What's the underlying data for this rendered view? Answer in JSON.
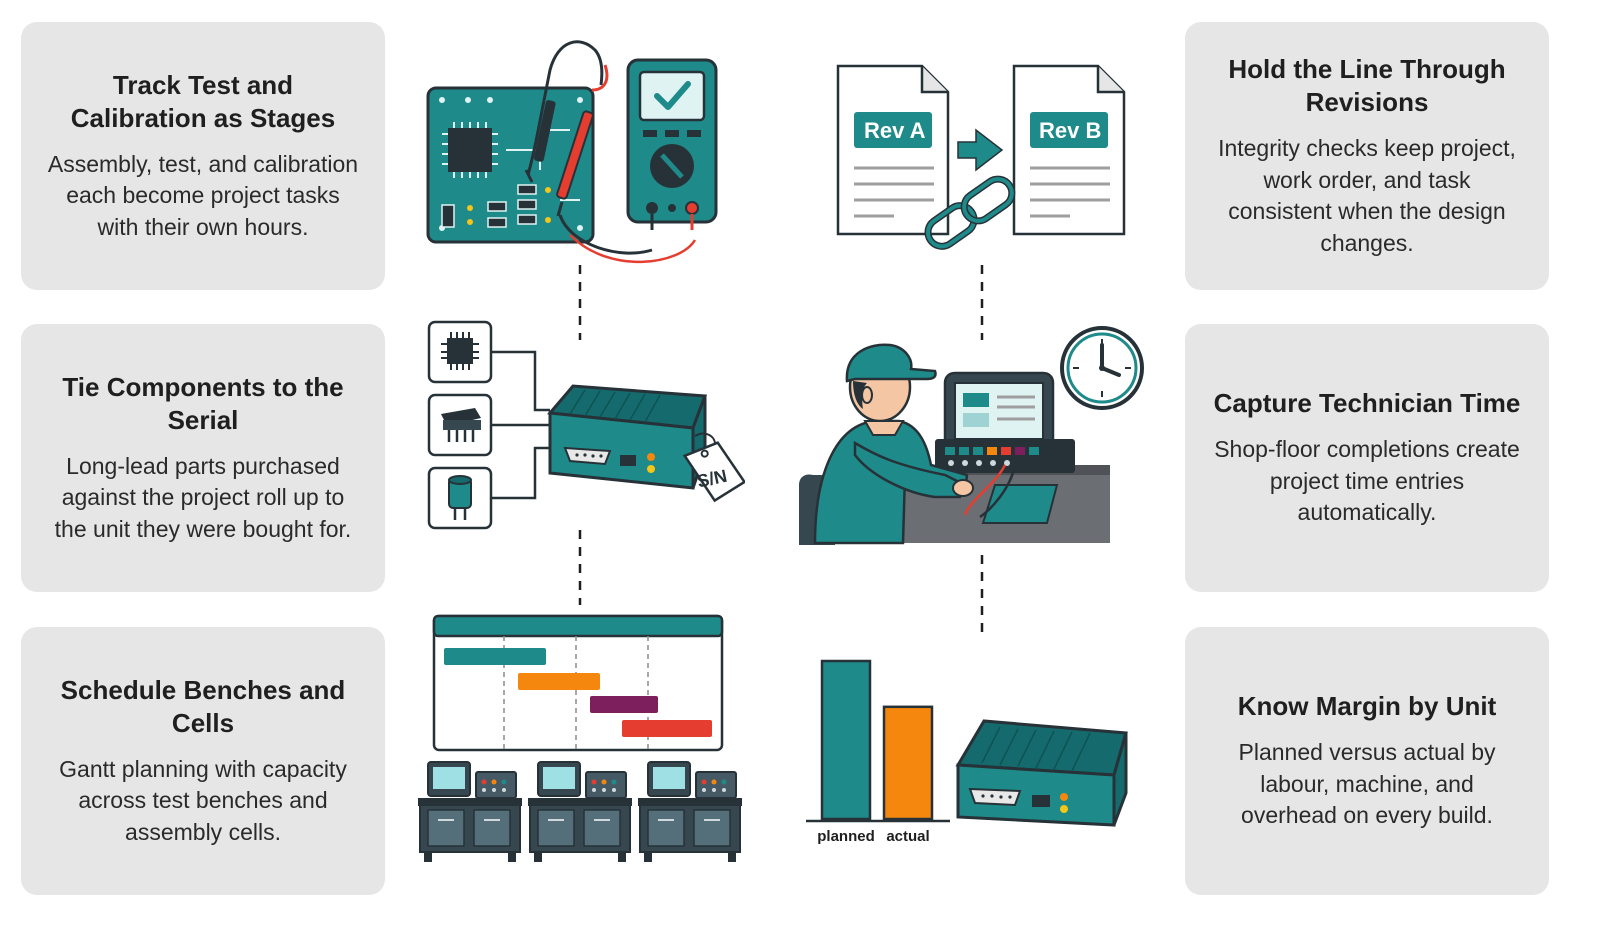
{
  "colors": {
    "teal": "#1f8a8a",
    "teal_dark": "#146a6c",
    "orange": "#f5870f",
    "purple": "#7d1e5d",
    "red": "#e53d2f",
    "card_bg": "#e6e6e6",
    "outline": "#263238"
  },
  "cards": [
    {
      "title": "Track Test and Calibration as Stages",
      "body": "Assembly, test, and calibration each become project tasks with their own hours."
    },
    {
      "title": "Tie Components to the Serial",
      "body": "Long-lead parts purchased against the project roll up to the unit they were bought for."
    },
    {
      "title": "Schedule Benches and Cells",
      "body": "Gantt planning with capacity across test benches and assembly cells."
    },
    {
      "title": "Hold the Line Through Revisions",
      "body": "Integrity checks keep project, work order, and task consistent when the design changes."
    },
    {
      "title": "Capture Technician Time",
      "body": "Shop-floor completions create project time entries automatically."
    },
    {
      "title": "Know Margin by Unit",
      "body": "Planned versus actual by labour, machine, and overhead on every build."
    }
  ],
  "illustrations": {
    "revision_a": "Rev A",
    "revision_b": "Rev B",
    "serial_tag": "S/N",
    "icons": [
      "circuit-board-icon",
      "multimeter-icon",
      "document-icon",
      "chain-link-icon",
      "ic-chip-icon",
      "connector-icon",
      "capacitor-icon",
      "enclosure-box-icon",
      "technician-icon",
      "clock-icon",
      "gantt-chart-icon",
      "workbench-icon"
    ]
  },
  "chart_data": {
    "type": "bar",
    "categories": [
      "planned",
      "actual"
    ],
    "values": [
      1.0,
      0.71
    ],
    "colors": [
      "#1f8a8a",
      "#f5870f"
    ]
  }
}
